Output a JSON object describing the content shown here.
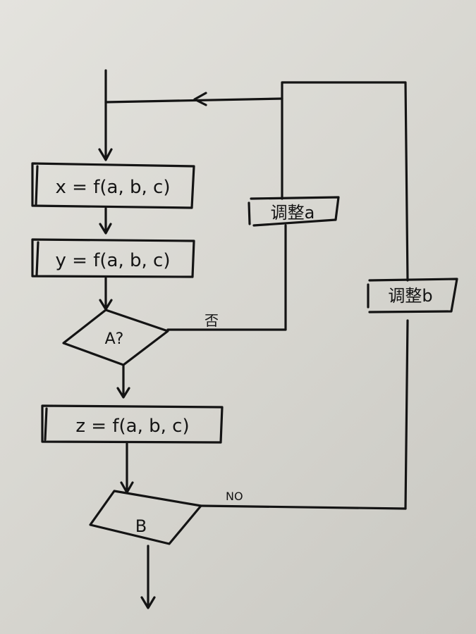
{
  "diagram": {
    "nodes": {
      "x_box": "x = f(a, b, c)",
      "y_box": "y = f(a, b, c)",
      "decision_a": "A?",
      "z_box": "z = f(a, b, c)",
      "decision_b": "B",
      "adjust_a": "调整a",
      "adjust_b": "调整b"
    },
    "edge_labels": {
      "a_no": "否",
      "b_no": "NO"
    }
  }
}
